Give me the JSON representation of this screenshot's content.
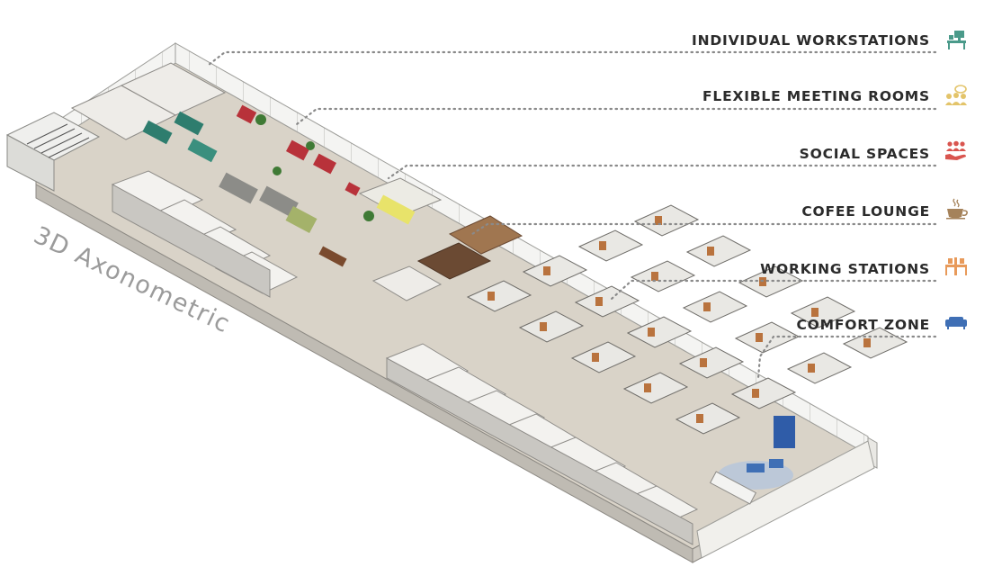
{
  "view_label": "3D Axonometric",
  "colors": {
    "workstations": "#4a9a8a",
    "meeting": "#e3c46a",
    "social": "#d9554f",
    "coffee": "#a5825a",
    "working": "#e89a5a",
    "comfort": "#3f6fb5",
    "leader": "#8a8a8a"
  },
  "legend": [
    {
      "key": "individual-workstations",
      "label": "INDIVIDUAL WORKSTATIONS",
      "icon": "desk-monitor-icon"
    },
    {
      "key": "flexible-meeting-rooms",
      "label": "FLEXIBLE MEETING ROOMS",
      "icon": "people-chat-icon"
    },
    {
      "key": "social-spaces",
      "label": "SOCIAL SPACES",
      "icon": "hand-people-icon"
    },
    {
      "key": "cofee-lounge",
      "label": "COFEE LOUNGE",
      "icon": "coffee-cup-icon"
    },
    {
      "key": "working-stations",
      "label": "WORKING STATIONS",
      "icon": "desks-icon"
    },
    {
      "key": "comfort-zone",
      "label": "COMFORT ZONE",
      "icon": "sofa-icon"
    }
  ]
}
